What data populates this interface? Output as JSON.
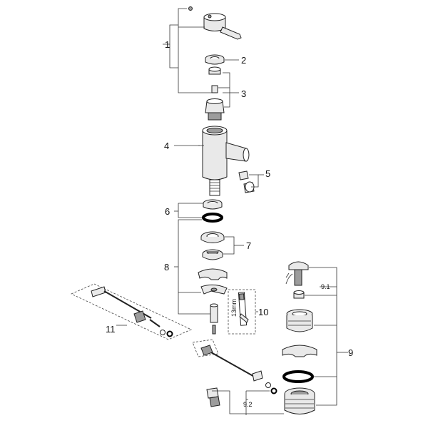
{
  "labels": {
    "p1": "1",
    "p2": "2",
    "p3": "3",
    "p4": "4",
    "p5": "5",
    "p6": "6",
    "p7": "7",
    "p8": "8",
    "p9": "9",
    "p9_1": "9.1",
    "p9_2": "9.2",
    "p10": "10",
    "p11": "11",
    "tool_size": "13mm"
  }
}
